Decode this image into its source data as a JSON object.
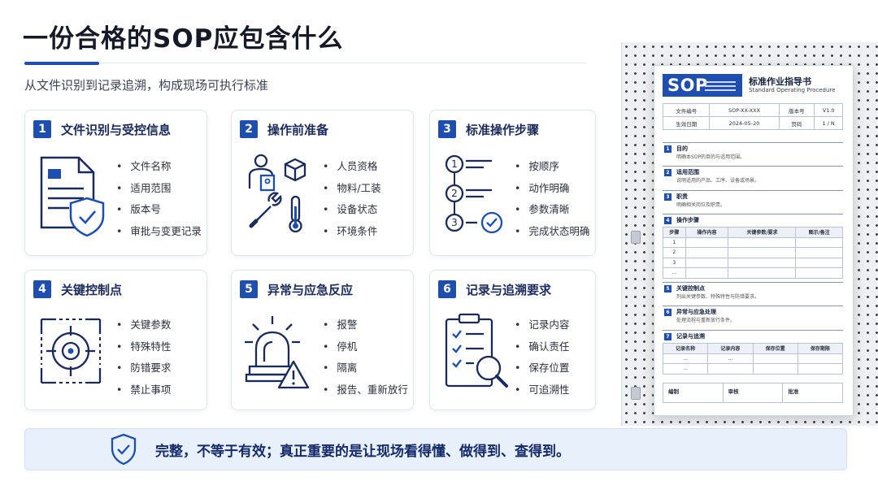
{
  "page": {
    "title": "一份合格的SOP应包含什么",
    "subtitle": "从文件识别到记录追溯，构成现场可执行标准"
  },
  "theme": {
    "accent": "#1e4fb0",
    "banner_bg": "#e8f0fb"
  },
  "cards": [
    {
      "num": "1",
      "title": "文件识别与受控信息",
      "icon": "document-shield-icon",
      "items": [
        "文件名称",
        "适用范围",
        "版本号",
        "审批与变更记录"
      ]
    },
    {
      "num": "2",
      "title": "操作前准备",
      "icon": "person-box-wrench-thermometer-icon",
      "items": [
        "人员资格",
        "物料/工装",
        "设备状态",
        "环境条件"
      ]
    },
    {
      "num": "3",
      "title": "标准操作步骤",
      "icon": "numbered-steps-check-icon",
      "items": [
        "按顺序",
        "动作明确",
        "参数清晰",
        "完成状态明确"
      ]
    },
    {
      "num": "4",
      "title": "关键控制点",
      "icon": "target-crosshair-icon",
      "items": [
        "关键参数",
        "特殊特性",
        "防错要求",
        "禁止事项"
      ]
    },
    {
      "num": "5",
      "title": "异常与应急反应",
      "icon": "alarm-warning-icon",
      "items": [
        "报警",
        "停机",
        "隔离",
        "报告、重新放行"
      ]
    },
    {
      "num": "6",
      "title": "记录与追溯要求",
      "icon": "clipboard-magnifier-icon",
      "items": [
        "记录内容",
        "确认责任",
        "保存位置",
        "可追溯性"
      ]
    }
  ],
  "banner": {
    "text": "完整，不等于有效；真正重要的是让现场看得懂、做得到、查得到。",
    "icon": "shield-check-icon"
  },
  "sop_document": {
    "logo": "SOP",
    "title": "标准作业指导书",
    "title_en": "Standard Operating Procedure",
    "meta": {
      "doc_no_label": "文件编号",
      "doc_no": "SOP-XX-XXX",
      "version_label": "版本号",
      "version": "V1.0",
      "date_label": "生效日期",
      "date": "2024-05-20",
      "page_label": "页码",
      "page": "1 / N"
    },
    "sections": [
      {
        "num": "1",
        "title": "目的",
        "desc": "明确本SOP的目的与适用范围。"
      },
      {
        "num": "2",
        "title": "适用范围",
        "desc": "说明适用的产品、工序、设备或场景。"
      },
      {
        "num": "3",
        "title": "职责",
        "desc": "明确相关岗位及职责。"
      },
      {
        "num": "4",
        "title": "操作步骤",
        "desc": ""
      },
      {
        "num": "5",
        "title": "关键控制点",
        "desc": "列出关键参数、特殊特性与防错要求。"
      },
      {
        "num": "6",
        "title": "异常与应急处理",
        "desc": "处理流程与重新放行条件。"
      },
      {
        "num": "7",
        "title": "记录与追溯",
        "desc": ""
      }
    ],
    "steps_table": {
      "headers": [
        "步骤",
        "操作内容",
        "关键参数/要求",
        "图示/备注"
      ],
      "rows": [
        "1",
        "2",
        "3",
        "..."
      ]
    },
    "records_table": {
      "headers": [
        "记录名称",
        "记录内容",
        "保存位置",
        "保存期限"
      ],
      "rows": [
        [
          "...",
          "...",
          "",
          ""
        ],
        [
          "...",
          "",
          "",
          ""
        ]
      ]
    },
    "signoff": [
      "编制",
      "审核",
      "批准"
    ]
  }
}
